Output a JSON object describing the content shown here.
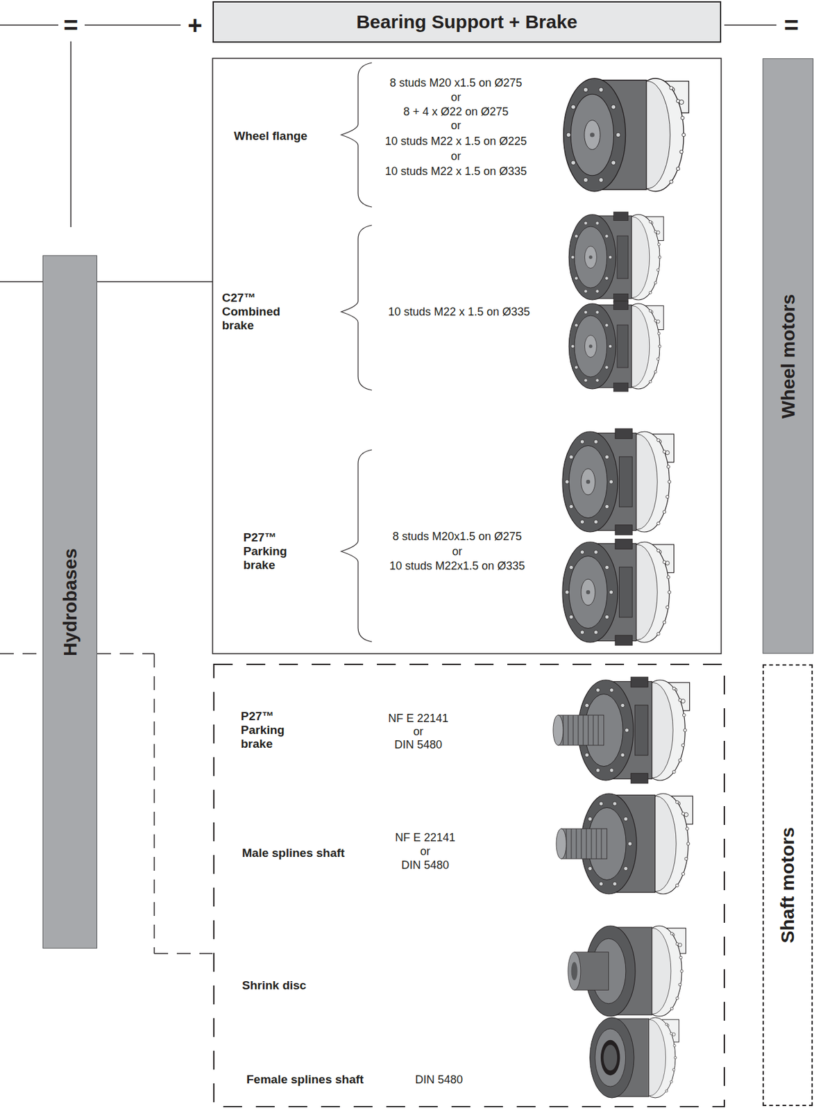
{
  "diagram": {
    "nodes": [
      {
        "text": [
          "Bearing Support + Brake"
        ]
      },
      {
        "text": [
          "Hydrobases"
        ]
      },
      {
        "text": [
          "Wheel motors"
        ]
      },
      {
        "text": [
          "Shaft motors"
        ]
      }
    ],
    "labels": [
      "=",
      "+",
      "=",
      "Wheel flange",
      "8 studs M20 x1.5 on Ø275",
      "or",
      "8 + 4 x Ø22 on Ø275",
      "or",
      "10 studs M22 x 1.5 on Ø225",
      "or",
      "10 studs M22 x 1.5 on Ø335",
      "C27™ Combined brake",
      "10 studs M22 x 1.5 on Ø335",
      "P27™ Parking brake",
      "8 studs M20x1.5 on Ø275",
      "or",
      "10 studs M22x1.5 on Ø335",
      "P27™ Parking brake",
      "NF E 22141",
      "or",
      "DIN 5480",
      "Male splines shaft",
      "NF E 22141",
      "or",
      "DIN 5480",
      "Shrink disc",
      "Female splines shaft",
      "DIN 5480"
    ]
  }
}
